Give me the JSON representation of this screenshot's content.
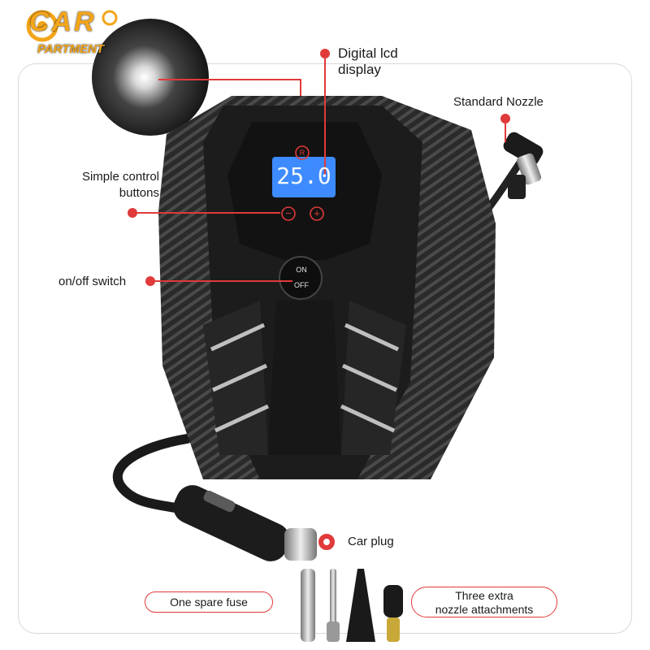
{
  "brand": {
    "logo_main": "CAR",
    "logo_sub": "PARTMENT"
  },
  "callouts": {
    "digital_lcd": [
      "Digital lcd",
      "display"
    ],
    "standard_nozzle": "Standard Nozzle",
    "control_buttons": [
      "Simple control",
      "buttons"
    ],
    "on_off_switch": "on/off switch",
    "car_plug": "Car plug",
    "spare_fuse": "One spare fuse",
    "extra_nozzles": [
      "Three extra",
      "nozzle attachments"
    ]
  },
  "device": {
    "lcd_value": "25.0",
    "button_top": "R",
    "button_minus": "−",
    "button_plus": "+",
    "switch_on": "ON",
    "switch_off": "OFF"
  },
  "colors": {
    "accent_red": "#e03a3a",
    "lcd_blue": "#3d8bff",
    "body_dark": "#1c1c1c",
    "logo_orange": "#f2a51a"
  }
}
